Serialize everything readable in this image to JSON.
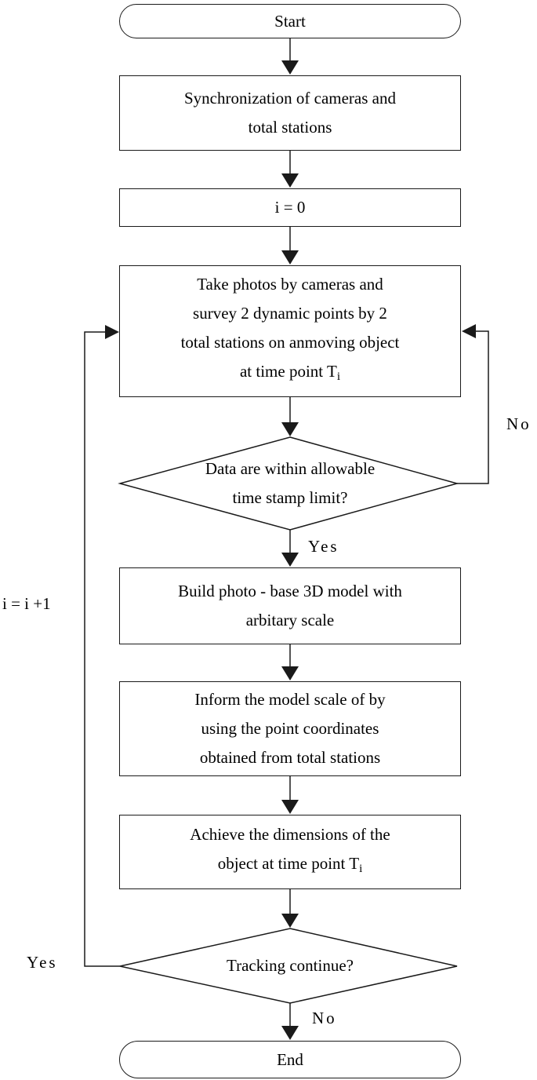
{
  "flowchart": {
    "nodes": {
      "start": {
        "label": "Start"
      },
      "sync": {
        "lines": [
          "Synchronization of cameras and",
          "total stations"
        ]
      },
      "init": {
        "label": "i = 0"
      },
      "capture": {
        "lines": [
          "Take photos by cameras and",
          "survey 2 dynamic points by 2",
          "total stations on anmoving object"
        ],
        "last_line_prefix": "at time point T",
        "last_line_sub": "i"
      },
      "timestamp_check": {
        "lines": [
          "Data are within allowable",
          "time stamp limit?"
        ]
      },
      "build_model": {
        "lines": [
          "Build photo - base 3D model with",
          "arbitary scale"
        ]
      },
      "inform_scale": {
        "lines": [
          "Inform the model scale of by",
          "using the point coordinates",
          "obtained from total stations"
        ]
      },
      "achieve_dimensions": {
        "lines": [
          "Achieve the dimensions of the"
        ],
        "last_line_prefix": "object at time point T",
        "last_line_sub": "i"
      },
      "tracking_check": {
        "label": "Tracking continue?"
      },
      "end": {
        "label": "End"
      }
    },
    "edge_labels": {
      "yes_timestamp": "Yes",
      "no_timestamp": "No",
      "yes_tracking": "Yes",
      "no_tracking": "No",
      "increment": "i = i +1"
    },
    "colors": {
      "line": "#1a1a1a",
      "background": "#ffffff",
      "text": "#000000"
    }
  }
}
